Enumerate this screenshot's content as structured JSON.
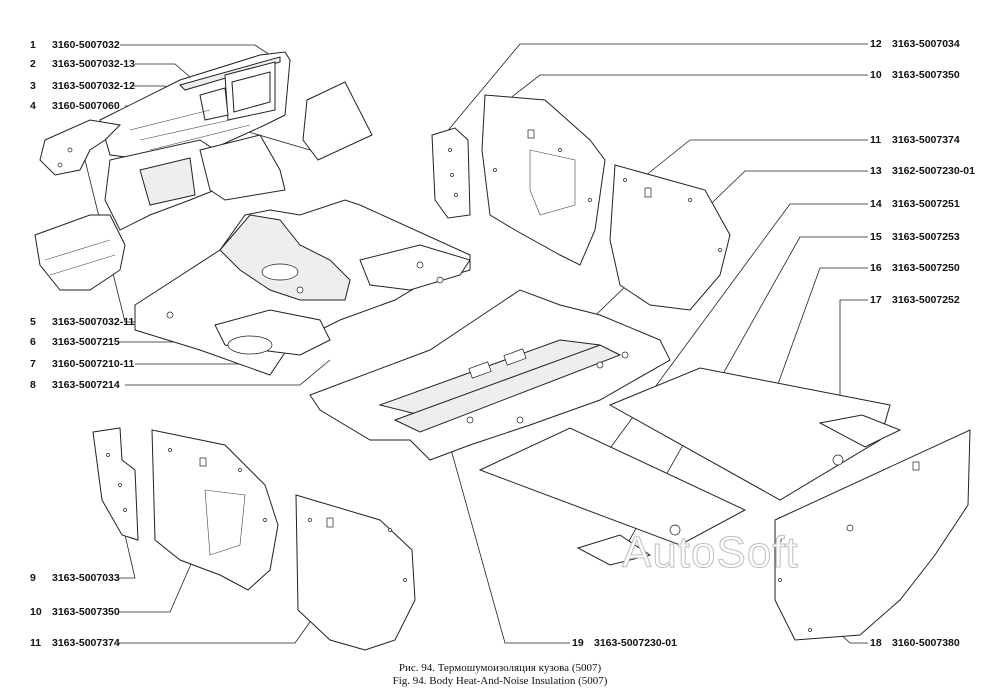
{
  "parts": [
    {
      "num": "1",
      "code": "3160-5007032"
    },
    {
      "num": "2",
      "code": "3163-5007032-13"
    },
    {
      "num": "3",
      "code": "3163-5007032-12"
    },
    {
      "num": "4",
      "code": "3160-5007060"
    },
    {
      "num": "5",
      "code": "3163-5007032-11"
    },
    {
      "num": "6",
      "code": "3163-5007215"
    },
    {
      "num": "7",
      "code": "3160-5007210-11"
    },
    {
      "num": "8",
      "code": "3163-5007214"
    },
    {
      "num": "9",
      "code": "3163-5007033"
    },
    {
      "num": "10",
      "code": "3163-5007350"
    },
    {
      "num": "11",
      "code": "3163-5007374"
    },
    {
      "num": "12",
      "code": "3163-5007034"
    },
    {
      "num": "10",
      "code": "3163-5007350"
    },
    {
      "num": "11",
      "code": "3163-5007374"
    },
    {
      "num": "13",
      "code": "3162-5007230-01"
    },
    {
      "num": "14",
      "code": "3163-5007251"
    },
    {
      "num": "15",
      "code": "3163-5007253"
    },
    {
      "num": "16",
      "code": "3163-5007250"
    },
    {
      "num": "17",
      "code": "3163-5007252"
    },
    {
      "num": "18",
      "code": "3160-5007380"
    },
    {
      "num": "19",
      "code": "3163-5007230-01"
    }
  ],
  "caption": {
    "ru": "Рис. 94. Термошумоизоляция кузова (5007)",
    "en": "Fig. 94. Body Heat-And-Noise Insulation (5007)"
  },
  "watermark": "AutoSoft"
}
